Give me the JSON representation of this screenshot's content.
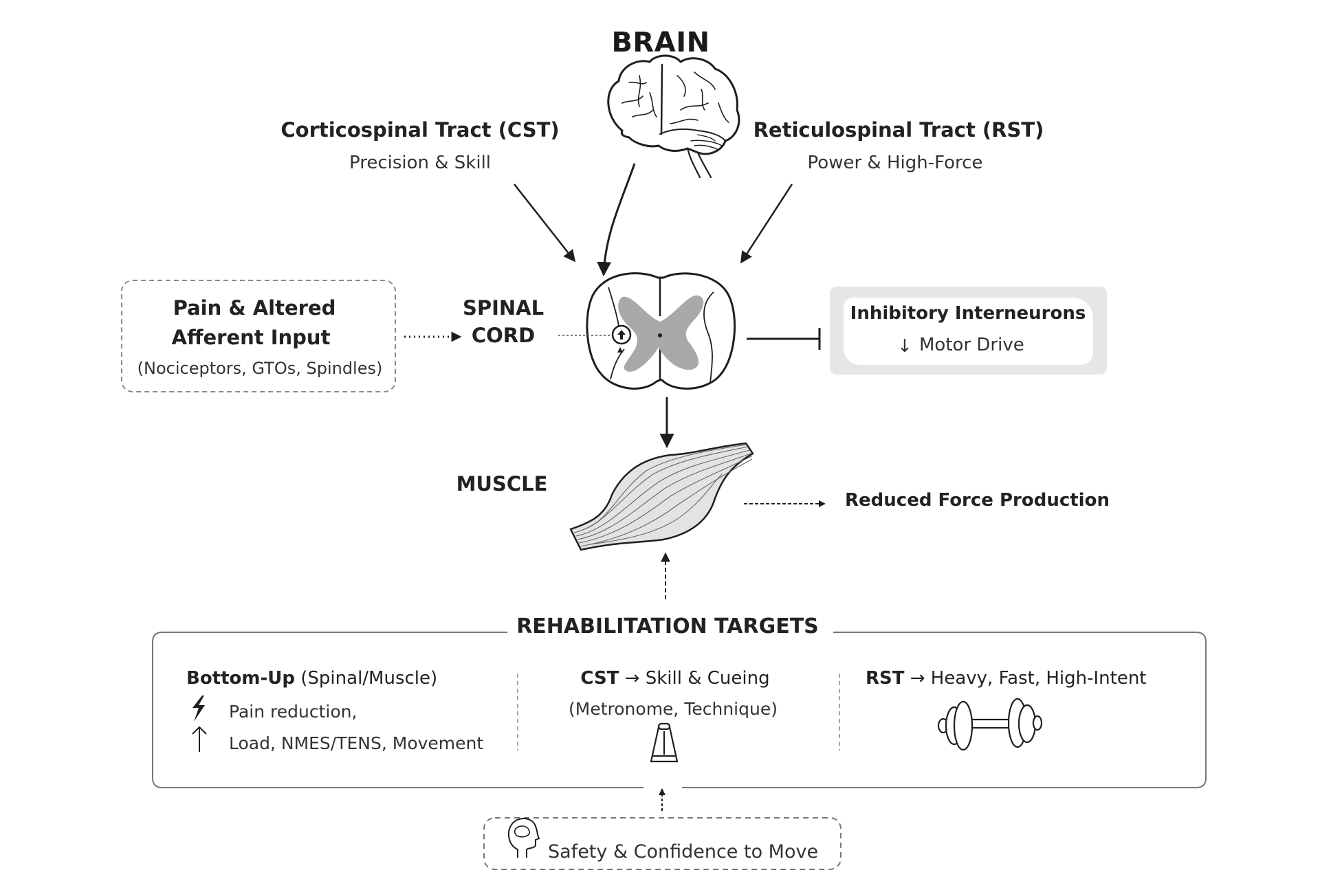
{
  "brain": {
    "title": "BRAIN"
  },
  "tracts": {
    "cst": {
      "title": "Corticospinal Tract (CST)",
      "subtitle": "Precision & Skill"
    },
    "rst": {
      "title": "Reticulospinal Tract (RST)",
      "subtitle": "Power & High-Force"
    }
  },
  "afferent_box": {
    "line1": "Pain & Altered",
    "line2": "Afferent Input",
    "detail": "(Nociceptors, GTOs, Spindles)"
  },
  "spinal_cord": {
    "line1": "SPINAL",
    "line2": "CORD"
  },
  "inhibitory": {
    "title": "Inhibitory Interneurons",
    "arrow": "↓",
    "effect": "Motor Drive"
  },
  "muscle": {
    "label": "MUSCLE",
    "outcome": "Reduced Force Production"
  },
  "rehab": {
    "title": "REHABILITATION TARGETS",
    "columns": [
      {
        "title_bold": "Bottom-Up",
        "title_rest": " (Spinal/Muscle)",
        "items": [
          {
            "icon": "lightning-icon",
            "text": "Pain reduction,"
          },
          {
            "icon": "arrow-up-icon",
            "text": "Load, NMES/TENS, Movement"
          }
        ]
      },
      {
        "title_bold": "CST",
        "title_rest": " → Skill & Cueing",
        "detail": "(Metronome, Technique)",
        "icon": "metronome-icon"
      },
      {
        "title_bold": "RST",
        "title_rest": " → Heavy, Fast, High-Intent",
        "icon": "dumbbell-icon"
      }
    ]
  },
  "safety": {
    "icon": "head-brain-icon",
    "text": "Safety & Confidence to Move"
  },
  "colors": {
    "ink": "#1e1e1e",
    "gray_matter": "#a9a9a9",
    "box_shade": "#e6e6e6",
    "border_gray": "#8a8a8a"
  }
}
